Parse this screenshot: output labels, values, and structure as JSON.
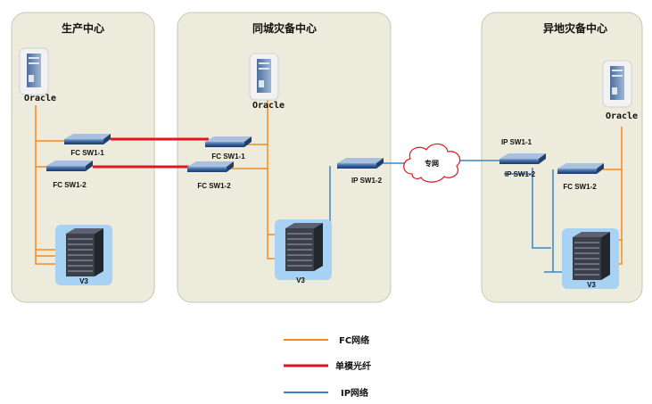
{
  "zones": {
    "production": {
      "title": "生产中心"
    },
    "same_city": {
      "title": "同城灾备中心"
    },
    "remote": {
      "title": "异地灾备中心"
    }
  },
  "devices": {
    "prod_oracle": "Oracle",
    "prod_fc1": "FC SW1-1",
    "prod_fc2": "FC SW1-2",
    "prod_v3": "V3",
    "city_oracle": "Oracle",
    "city_fc1": "FC SW1-1",
    "city_fc2": "FC SW1-2",
    "city_ip": "IP SW1-2",
    "city_v3": "V3",
    "cloud": "专网",
    "remote_ip1": "IP SW1-1",
    "remote_ip2": "IP SW1-2",
    "remote_fc2": "FC SW1-2",
    "remote_oracle": "Oracle",
    "remote_v3": "V3"
  },
  "legend": [
    {
      "label": "FC网络",
      "color": "#f5891f"
    },
    {
      "label": "单模光纤",
      "color": "#e0161c"
    },
    {
      "label": "IP网络",
      "color": "#3d84c6"
    }
  ],
  "colors": {
    "zone_fill": "#ecebdc",
    "zone_stroke": "#c9c7b3",
    "fc_line": "#f5891f",
    "fiber_line": "#e0161c",
    "ip_line": "#3d84c6"
  }
}
